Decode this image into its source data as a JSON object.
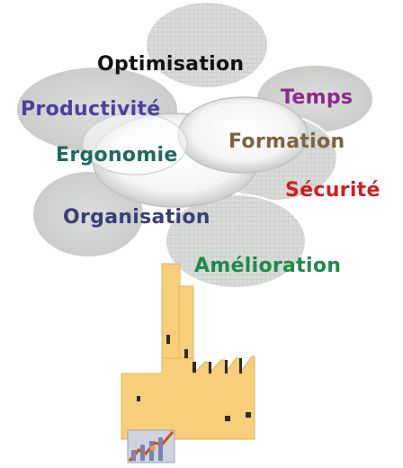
{
  "keywords": {
    "optimisation": "Optimisation",
    "productivite": "Productivité",
    "temps": "Temps",
    "formation": "Formation",
    "ergonomie": "Ergonomie",
    "securite": "Sécurité",
    "organisation": "Organisation",
    "amelioration": "Amélioration"
  },
  "colors": {
    "optimisation": "#111111",
    "productivite": "#4b3fa0",
    "temps": "#8b2a8b",
    "formation": "#7a6540",
    "ergonomie": "#1e6b5e",
    "securite": "#d01f1f",
    "organisation": "#3a3f78",
    "amelioration": "#1f8a4a",
    "cloud_fill": "#d6d8d6",
    "factory_fill": "#f7cf7a"
  },
  "icons": {
    "factory": "factory-icon",
    "chart": "rising-chart-icon",
    "cloud": "smoke-cloud"
  }
}
